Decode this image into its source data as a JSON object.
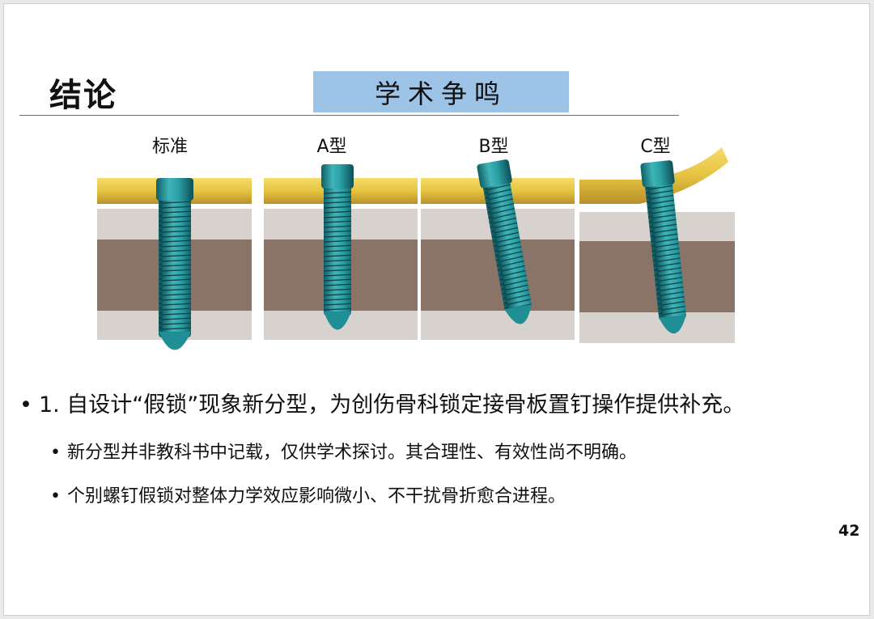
{
  "slide": {
    "title": "结论",
    "banner": "学术争鸣",
    "page_number": "42"
  },
  "figure": {
    "labels": [
      "标准",
      "A型",
      "B型",
      "C型"
    ],
    "colors": {
      "plate": "#e6c341",
      "screw": "#1f8f95",
      "cortex": "#d8d2cf",
      "marrow": "#8a7467",
      "banner": "#9dc3e6"
    }
  },
  "bullets": {
    "main": "1. 自设计“假锁”现象新分型，为创伤骨科锁定接骨板置钉操作提供补充。",
    "sub": [
      "新分型并非教科书中记载，仅供学术探讨。其合理性、有效性尚不明确。",
      "个别螺钉假锁对整体力学效应影响微小、不干扰骨折愈合进程。"
    ]
  }
}
